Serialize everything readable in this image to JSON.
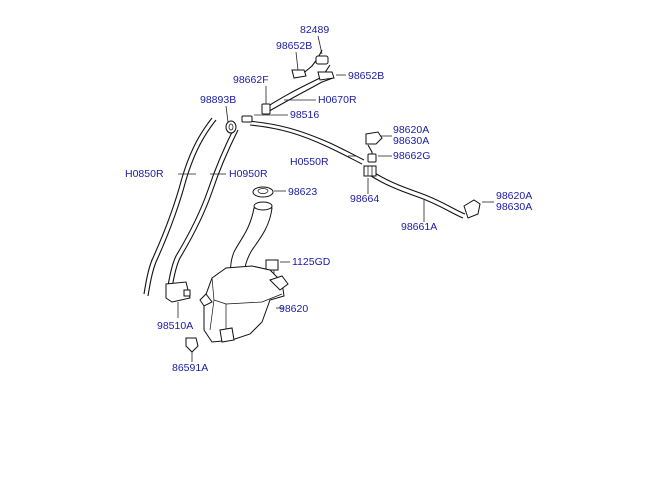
{
  "labels": {
    "p82489": "82489",
    "p98652B_a": "98652B",
    "p98652B_b": "98652B",
    "p98662F": "98662F",
    "pH0670R": "H0670R",
    "p98893B": "98893B",
    "p98516": "98516",
    "p98620A_a": "98620A",
    "p98630A_a": "98630A",
    "pH0550R": "H0550R",
    "p98662G": "98662G",
    "pH0850R": "H0850R",
    "pH0950R": "H0950R",
    "p98623": "98623",
    "p98664": "98664",
    "p98620A_b": "98620A",
    "p98630A_b": "98630A",
    "p98661A": "98661A",
    "p1125GD": "1125GD",
    "p98620": "98620",
    "p98510A": "98510A",
    "p86591A": "86591A"
  }
}
